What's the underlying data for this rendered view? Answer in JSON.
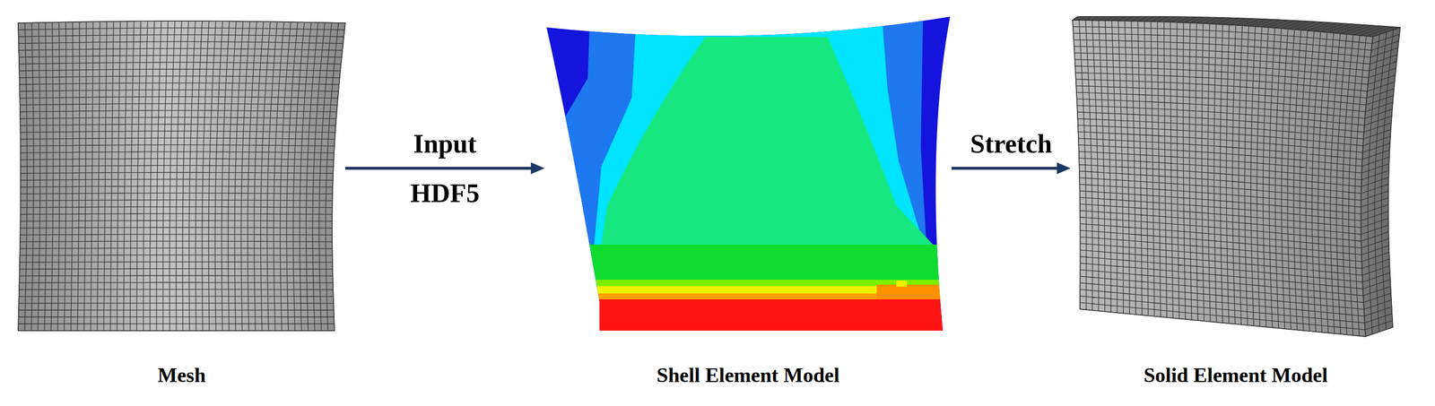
{
  "diagram": {
    "nodes": [
      {
        "text": [
          "Mesh"
        ]
      },
      {
        "text": [
          "Shell Element Model"
        ]
      },
      {
        "text": [
          "Solid Element Model"
        ]
      }
    ],
    "edges": [
      {
        "from": 0,
        "to": 1,
        "arrow": "to",
        "label": "Input"
      },
      {
        "from": 1,
        "to": 2,
        "arrow": "to",
        "label": "Stretch"
      }
    ],
    "labels": [
      "HDF5"
    ]
  }
}
